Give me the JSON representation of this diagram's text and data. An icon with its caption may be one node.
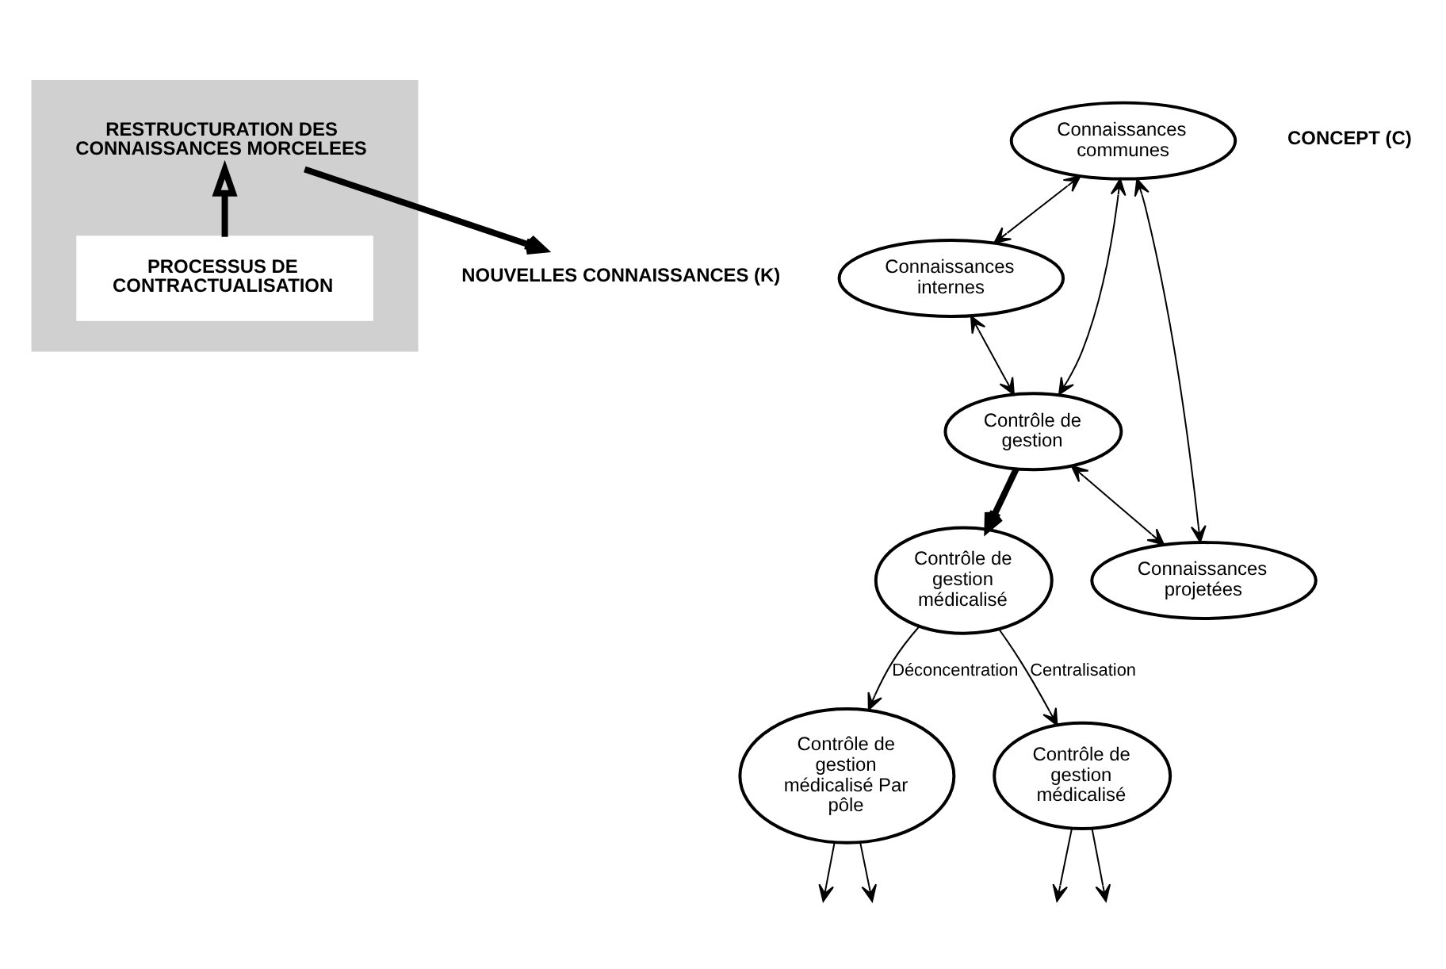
{
  "diagram": {
    "nodes": [
      {
        "text": [],
        "shape": "box"
      },
      {
        "text": [
          "RESTRUCTURATION DES CONNAISSANCES MORCELEES"
        ],
        "in": 0
      },
      {
        "text": [
          "PROCESSUS DE CONTRACTUALISATION"
        ],
        "in": 0
      },
      {
        "text": [
          "NOUVELLES CONNAISSANCES (K)"
        ]
      },
      {
        "text": [
          "Contrôle de gestion médicalisé"
        ]
      },
      {
        "text": [
          "Contrôle de gestion médicalisé Par pôle"
        ]
      },
      {
        "text": [
          "Contrôle de gestion médicalisé"
        ]
      },
      {
        "text": [
          "Connaissances communes"
        ]
      },
      {
        "text": [
          "Connaissances internes"
        ]
      },
      {
        "text": [
          "Contrôle de gestion"
        ]
      },
      {
        "text": [
          "Connaissances projetées"
        ]
      }
    ],
    "edges": [
      {
        "from": 2,
        "to": 1,
        "arrow": "to",
        "style": "thick"
      },
      {
        "from": 1,
        "to": 3,
        "arrow": "to",
        "style": "thick"
      },
      {
        "from": 4,
        "to": 5,
        "arrow": "to",
        "label": "Déconcentration"
      },
      {
        "from": 4,
        "to": 6,
        "arrow": "to",
        "label": "Centralisation"
      },
      {
        "from": 5,
        "to": null,
        "arrow": "to"
      },
      {
        "from": 5,
        "to": null,
        "arrow": "to"
      },
      {
        "from": 6,
        "to": null,
        "arrow": "to"
      },
      {
        "from": 6,
        "to": null,
        "arrow": "to"
      },
      {
        "from": 9,
        "to": 4,
        "arrow": "to",
        "style": "thick"
      },
      {
        "from": 7,
        "to": 9,
        "arrow": "both"
      },
      {
        "from": 7,
        "to": 8,
        "arrow": "both"
      },
      {
        "from": 8,
        "to": 9,
        "arrow": "both"
      },
      {
        "from": 7,
        "to": 10,
        "arrow": "both"
      },
      {
        "from": 9,
        "to": 10,
        "arrow": "both"
      }
    ],
    "labels": [
      "CONCEPT (C)"
    ]
  }
}
